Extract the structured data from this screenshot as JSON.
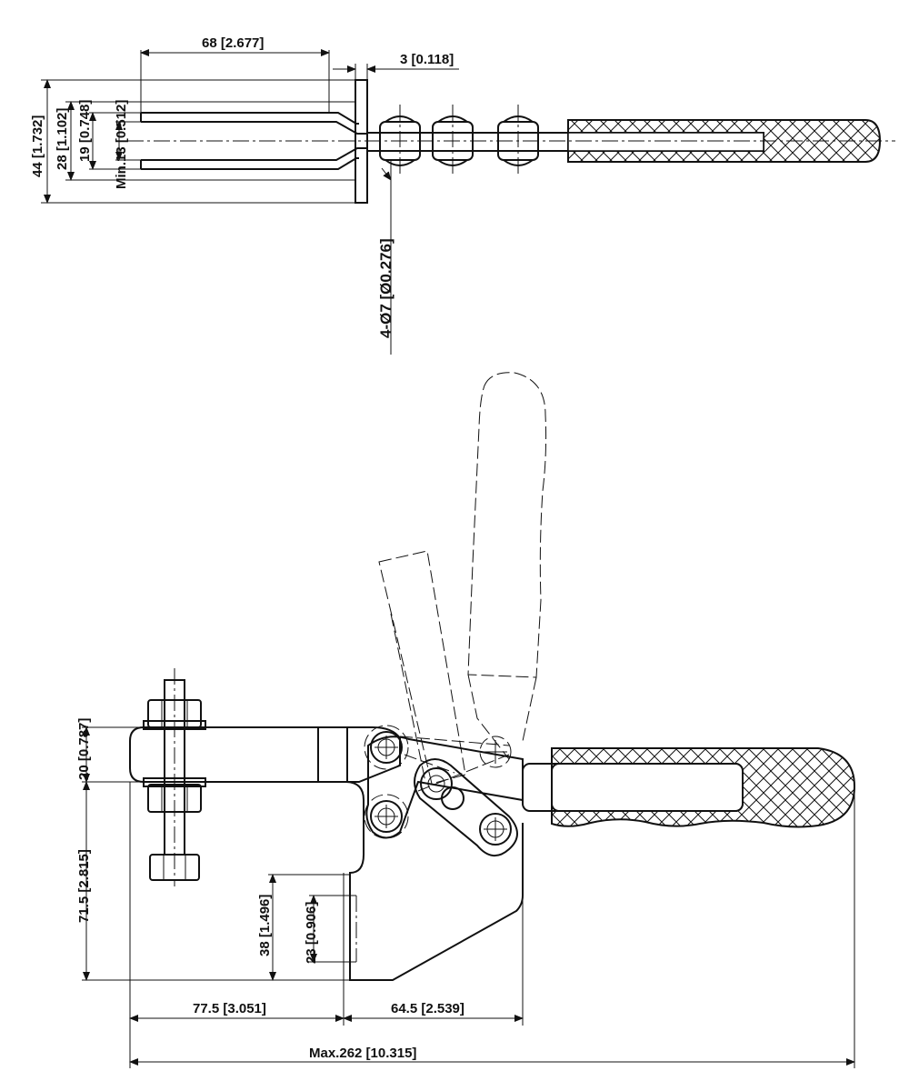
{
  "dimensions": {
    "top_width": "68 [2.677]",
    "top_thickness": "3 [0.118]",
    "height_44": "44 [1.732]",
    "height_28": "28 [1.102]",
    "height_19": "19 [0.748]",
    "min_13": "Min.13 [0.512]",
    "holes": "4-Ø7 [Ø0.276]",
    "arm_20": "20 [0.787]",
    "height_71": "71.5 [2.815]",
    "height_38": "38 [1.496]",
    "height_23": "23 [0.906]",
    "width_77": "77.5 [3.051]",
    "width_64": "64.5 [2.539]",
    "max_262": "Max.262 [10.315]"
  }
}
